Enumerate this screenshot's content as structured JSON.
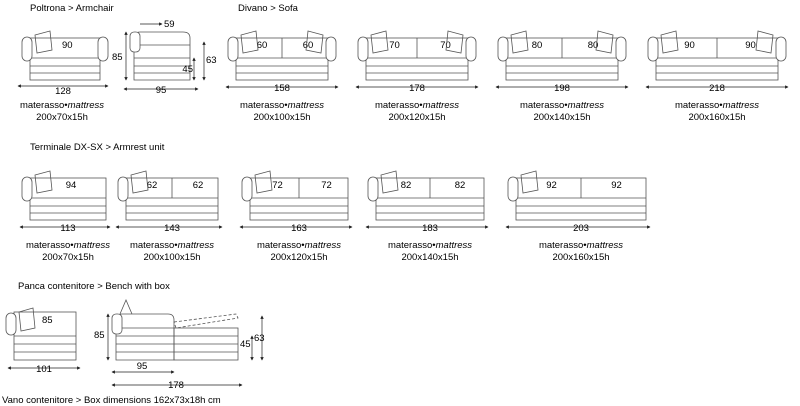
{
  "sections": {
    "armchair": "Poltrona > Armchair",
    "sofa": "Divano > Sofa",
    "armrest": "Terminale DX-SX > Armrest unit",
    "bench": "Panca contenitore > Bench with box",
    "box_dimensions": "Vano contenitore > Box dimensions 162x73x18h cm"
  },
  "mattress_label": {
    "it": "materasso",
    "sep": "•",
    "en": "mattress"
  },
  "armchair_front": {
    "inner": [
      "90"
    ],
    "width": "128",
    "mattress_size": "200x70x15h"
  },
  "armchair_side": {
    "top_dim": "59",
    "height_back": "85",
    "height_seat": "45",
    "height_arm": "63",
    "depth": "95"
  },
  "sofas": [
    {
      "inner": [
        "60",
        "60"
      ],
      "width": "158",
      "mattress_size": "200x100x15h"
    },
    {
      "inner": [
        "70",
        "70"
      ],
      "width": "178",
      "mattress_size": "200x120x15h"
    },
    {
      "inner": [
        "80",
        "80"
      ],
      "width": "198",
      "mattress_size": "200x140x15h"
    },
    {
      "inner": [
        "90",
        "90"
      ],
      "width": "218",
      "mattress_size": "200x160x15h"
    }
  ],
  "armrest_units": [
    {
      "inner": [
        "94"
      ],
      "width": "113",
      "mattress_size": "200x70x15h"
    },
    {
      "inner": [
        "62",
        "62"
      ],
      "width": "143",
      "mattress_size": "200x100x15h"
    },
    {
      "inner": [
        "72",
        "72"
      ],
      "width": "163",
      "mattress_size": "200x120x15h"
    },
    {
      "inner": [
        "82",
        "82"
      ],
      "width": "183",
      "mattress_size": "200x140x15h"
    },
    {
      "inner": [
        "92",
        "92"
      ],
      "width": "203",
      "mattress_size": "200x160x15h"
    }
  ],
  "bench_front": {
    "inner": [
      "85"
    ],
    "width": "101"
  },
  "bench_side": {
    "height_back": "85",
    "height_seat": "45",
    "height_arm": "63",
    "depth": "95",
    "depth_open": "178"
  }
}
